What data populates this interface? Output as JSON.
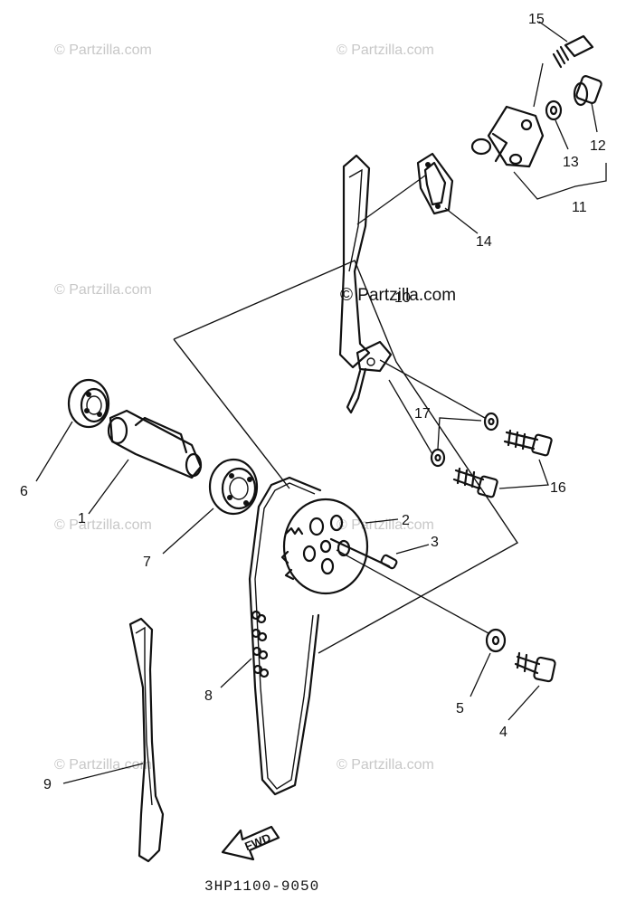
{
  "diagram": {
    "watermark_text": "© Partzilla.com",
    "center_watermark_text": "© Partzilla.com",
    "fwd_label": "FWD",
    "diagram_code": "3HP1100-9050",
    "callouts": {
      "c1": "1",
      "c2": "2",
      "c3": "3",
      "c4": "4",
      "c5": "5",
      "c6": "6",
      "c7": "7",
      "c8": "8",
      "c9": "9",
      "c10": "10",
      "c11": "11",
      "c12": "12",
      "c13": "13",
      "c14": "14",
      "c15": "15",
      "c16": "16",
      "c17": "17"
    }
  }
}
